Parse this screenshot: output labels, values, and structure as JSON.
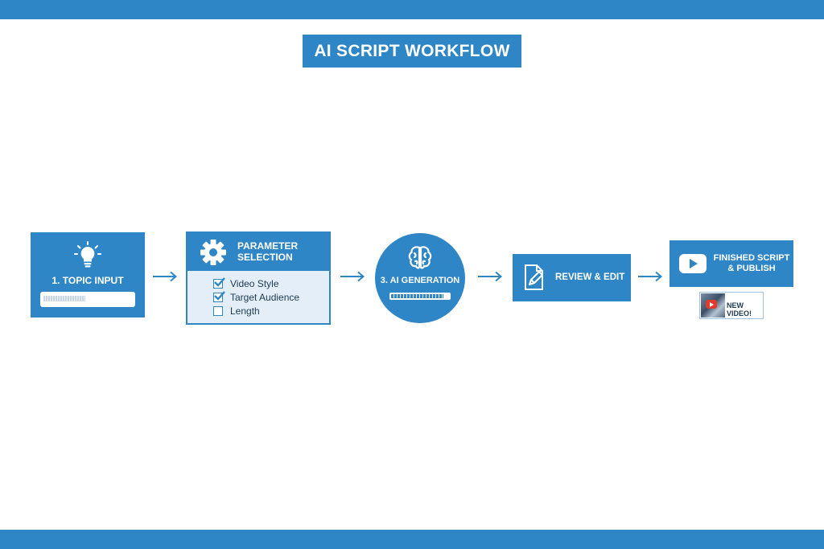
{
  "title": "AI SCRIPT WORKFLOW",
  "colors": {
    "accent": "#2e86c6",
    "light_panel": "#e3eef9",
    "text_dark": "#1f3a52"
  },
  "steps": {
    "topic": {
      "label": "1. TOPIC INPUT",
      "icon": "lightbulb-icon"
    },
    "parameters": {
      "label_line1": "PARAMETER",
      "label_line2": "SELECTION",
      "icon": "gear-icon",
      "options": [
        {
          "label": "Video Style",
          "checked": true
        },
        {
          "label": "Target Audience",
          "checked": true
        },
        {
          "label": "Length",
          "checked": false
        }
      ]
    },
    "generation": {
      "label": "3. AI GENERATION",
      "icon": "brain-icon",
      "progress": 0.9
    },
    "review": {
      "label": "REVIEW & EDIT",
      "icon": "document-edit-icon"
    },
    "publish": {
      "label_line1": "FINISHED SCRIPT",
      "label_line2": "& PUBLISH",
      "icon": "youtube-play-icon",
      "thumbnail_label": "NEW VIDEO!"
    }
  }
}
